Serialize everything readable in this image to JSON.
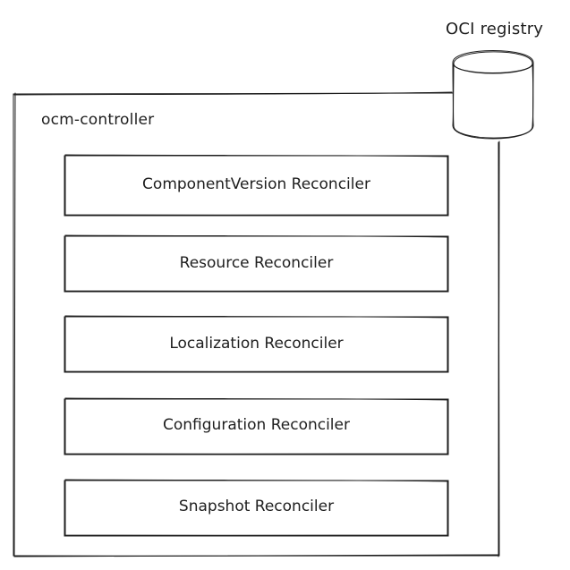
{
  "diagram": {
    "container_label": "ocm-controller",
    "registry_label": "OCI registry",
    "reconcilers": [
      "ComponentVersion Reconciler",
      "Resource Reconciler",
      "Localization Reconciler",
      "Configuration Reconciler",
      "Snapshot Reconciler"
    ],
    "stroke_color": "#1e1e1e",
    "background_color": "#ffffff"
  }
}
